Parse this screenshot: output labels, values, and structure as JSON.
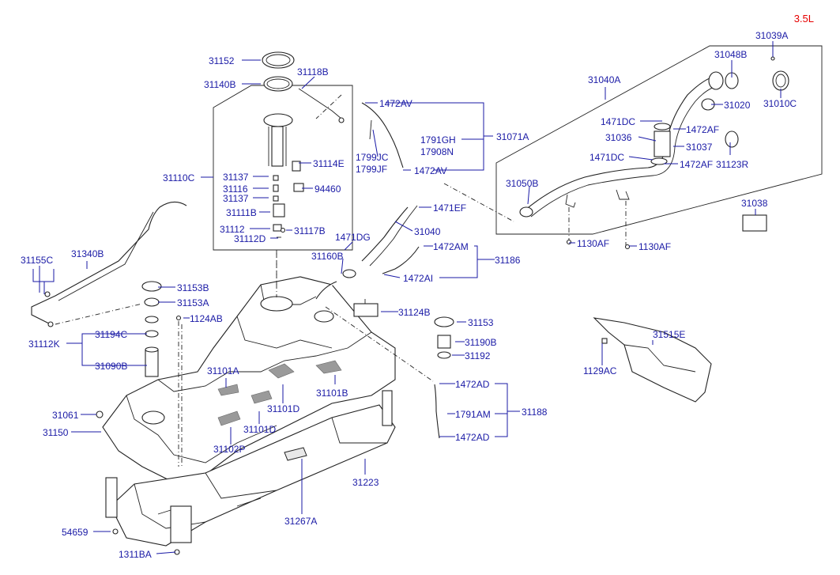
{
  "corner_label": "3.5L",
  "labels": [
    {
      "id": "31039A",
      "text": "31039A",
      "leader": [
        [
          978,
          52
        ],
        [
          978,
          72
        ]
      ]
    },
    {
      "id": "31048B",
      "text": "31048B",
      "leader": [
        [
          926,
          76
        ],
        [
          926,
          98
        ]
      ]
    },
    {
      "id": "31040A",
      "text": "31040A",
      "leader": [
        [
          766,
          110
        ],
        [
          766,
          126
        ]
      ]
    },
    {
      "id": "31020",
      "text": "31020",
      "leader": [
        [
          915,
          132
        ],
        [
          900,
          132
        ]
      ]
    },
    {
      "id": "31010C",
      "text": "31010C",
      "leader": [
        [
          988,
          124
        ],
        [
          988,
          112
        ]
      ]
    },
    {
      "id": "1471DC-1",
      "text": "1471DC",
      "leader": [
        [
          810,
          153
        ],
        [
          838,
          153
        ]
      ]
    },
    {
      "id": "1472AF-1",
      "text": "1472AF",
      "leader": [
        [
          868,
          163
        ],
        [
          852,
          163
        ]
      ]
    },
    {
      "id": "31036",
      "text": "31036",
      "leader": [
        [
          808,
          173
        ],
        [
          830,
          178
        ]
      ]
    },
    {
      "id": "31037",
      "text": "31037",
      "leader": [
        [
          866,
          185
        ],
        [
          852,
          185
        ]
      ]
    },
    {
      "id": "1471DC-2",
      "text": "1471DC",
      "leader": [
        [
          796,
          198
        ],
        [
          826,
          202
        ]
      ]
    },
    {
      "id": "1472AF-2",
      "text": "1472AF",
      "leader": [
        [
          858,
          207
        ],
        [
          840,
          207
        ]
      ]
    },
    {
      "id": "31123R",
      "text": "31123R",
      "leader": [
        [
          924,
          196
        ],
        [
          924,
          180
        ]
      ]
    },
    {
      "id": "31050B",
      "text": "31050B",
      "leader": [
        [
          670,
          236
        ],
        [
          668,
          258
        ]
      ]
    },
    {
      "id": "31038",
      "text": "31038",
      "leader": [
        [
          956,
          264
        ],
        [
          956,
          272
        ]
      ]
    },
    {
      "id": "1130AF-1",
      "text": "1130AF",
      "leader": [
        [
          728,
          307
        ],
        [
          720,
          307
        ]
      ]
    },
    {
      "id": "1130AF-2",
      "text": "1130AF",
      "leader": [
        [
          806,
          311
        ],
        [
          796,
          311
        ]
      ]
    },
    {
      "id": "31152",
      "text": "31152",
      "leader": [
        [
          306,
          76
        ],
        [
          330,
          76
        ]
      ]
    },
    {
      "id": "31140B",
      "text": "31140B",
      "leader": [
        [
          306,
          106
        ],
        [
          330,
          106
        ]
      ]
    },
    {
      "id": "31118B",
      "text": "31118B",
      "leader": [
        [
          398,
          97
        ],
        [
          382,
          112
        ]
      ]
    },
    {
      "id": "31110C",
      "text": "31110C",
      "leader": [
        [
          256,
          224
        ],
        [
          270,
          224
        ]
      ]
    },
    {
      "id": "31114E",
      "text": "31114E",
      "leader": [
        [
          394,
          206
        ],
        [
          378,
          206
        ]
      ]
    },
    {
      "id": "31137-1",
      "text": "31137",
      "leader": [
        [
          320,
          223
        ],
        [
          340,
          223
        ]
      ]
    },
    {
      "id": "31116",
      "text": "31116",
      "leader": [
        [
          320,
          238
        ],
        [
          340,
          238
        ]
      ]
    },
    {
      "id": "31137-2",
      "text": "31137",
      "leader": [
        [
          320,
          250
        ],
        [
          340,
          250
        ]
      ]
    },
    {
      "id": "94460",
      "text": "94460",
      "leader": [
        [
          396,
          238
        ],
        [
          382,
          238
        ]
      ]
    },
    {
      "id": "31111B",
      "text": "31111B",
      "leader": [
        [
          328,
          268
        ],
        [
          342,
          268
        ]
      ]
    },
    {
      "id": "31112",
      "text": "31112",
      "leader": [
        [
          316,
          289
        ],
        [
          342,
          289
        ]
      ]
    },
    {
      "id": "31117B",
      "text": "31117B",
      "leader": [
        [
          370,
          291
        ],
        [
          362,
          291
        ]
      ]
    },
    {
      "id": "31112D",
      "text": "31112D",
      "leader": [
        [
          342,
          301
        ],
        [
          352,
          301
        ]
      ]
    },
    {
      "id": "1472AV-1",
      "text": "1472AV",
      "leader": [
        [
          478,
          130
        ],
        [
          462,
          130
        ]
      ]
    },
    {
      "id": "1799JC",
      "text": "1799JC",
      "leader": [
        [
          478,
          198
        ],
        [
          472,
          164
        ]
      ]
    },
    {
      "id": "1799JF",
      "text": "1799JF",
      "leader": [
        [
          478,
          213
        ],
        [
          478,
          213
        ]
      ]
    },
    {
      "id": "1791GH",
      "text": "1791GH",
      "leader": [
        [
          532,
          176
        ],
        [
          532,
          176
        ]
      ]
    },
    {
      "id": "17908N",
      "text": "17908N",
      "leader": [
        [
          532,
          191
        ],
        [
          532,
          191
        ]
      ]
    },
    {
      "id": "31071A",
      "text": "31071A",
      "leader": [
        [
          624,
          172
        ],
        [
          612,
          172
        ]
      ]
    },
    {
      "id": "1472AV-2",
      "text": "1472AV",
      "leader": [
        [
          520,
          215
        ],
        [
          510,
          215
        ]
      ]
    },
    {
      "id": "1471EF",
      "text": "1471EF",
      "leader": [
        [
          546,
          262
        ],
        [
          530,
          262
        ]
      ]
    },
    {
      "id": "31040",
      "text": "31040",
      "leader": [
        [
          522,
          292
        ],
        [
          500,
          280
        ]
      ]
    },
    {
      "id": "1471DG",
      "text": "1471DG",
      "leader": [
        [
          446,
          306
        ],
        [
          436,
          316
        ]
      ]
    },
    {
      "id": "1472AM",
      "text": "1472AM",
      "leader": [
        [
          548,
          311
        ],
        [
          536,
          311
        ]
      ]
    },
    {
      "id": "31160B",
      "text": "31160B",
      "leader": [
        [
          434,
          327
        ],
        [
          432,
          346
        ]
      ]
    },
    {
      "id": "31186",
      "text": "31186",
      "leader": [
        [
          626,
          328
        ],
        [
          604,
          328
        ]
      ]
    },
    {
      "id": "1472AI",
      "text": "1472AI",
      "leader": [
        [
          506,
          351
        ],
        [
          486,
          347
        ]
      ]
    },
    {
      "id": "31155C",
      "text": "31155C",
      "leader": [
        [
          50,
          336
        ],
        [
          50,
          370
        ]
      ]
    },
    {
      "id": "31340B",
      "text": "31340B",
      "leader": [
        [
          110,
          330
        ],
        [
          110,
          340
        ]
      ]
    },
    {
      "id": "31153B",
      "text": "31153B",
      "leader": [
        [
          222,
          363
        ],
        [
          200,
          363
        ]
      ]
    },
    {
      "id": "31153A",
      "text": "31153A",
      "leader": [
        [
          222,
          382
        ],
        [
          200,
          382
        ]
      ]
    },
    {
      "id": "1124AB",
      "text": "1124AB",
      "leader": [
        [
          240,
          402
        ],
        [
          232,
          402
        ]
      ]
    },
    {
      "id": "31112K",
      "text": "31112K",
      "leader": [
        [
          84,
          434
        ],
        [
          104,
          434
        ]
      ]
    },
    {
      "id": "31194C",
      "text": "31194C",
      "leader": [
        [
          166,
          422
        ],
        [
          186,
          422
        ]
      ]
    },
    {
      "id": "31090B",
      "text": "31090B",
      "leader": [
        [
          166,
          462
        ],
        [
          186,
          462
        ]
      ]
    },
    {
      "id": "31124B",
      "text": "31124B",
      "leader": [
        [
          504,
          394
        ],
        [
          482,
          394
        ]
      ]
    },
    {
      "id": "31153",
      "text": "31153",
      "leader": [
        [
          590,
          407
        ],
        [
          578,
          407
        ]
      ]
    },
    {
      "id": "31190B",
      "text": "31190B",
      "leader": [
        [
          588,
          432
        ],
        [
          576,
          432
        ]
      ]
    },
    {
      "id": "31192",
      "text": "31192",
      "leader": [
        [
          588,
          449
        ],
        [
          572,
          449
        ]
      ]
    },
    {
      "id": "31101A",
      "text": "31101A",
      "leader": [
        [
          286,
          478
        ],
        [
          286,
          490
        ]
      ]
    },
    {
      "id": "31101B",
      "text": "31101B",
      "leader": [
        [
          424,
          486
        ],
        [
          424,
          474
        ]
      ]
    },
    {
      "id": "31101D-1",
      "text": "31101D",
      "leader": [
        [
          358,
          510
        ],
        [
          358,
          486
        ]
      ]
    },
    {
      "id": "31101D-2",
      "text": "31101D",
      "leader": [
        [
          328,
          536
        ],
        [
          328,
          520
        ]
      ]
    },
    {
      "id": "31102P",
      "text": "31102P",
      "leader": [
        [
          292,
          562
        ],
        [
          292,
          540
        ]
      ]
    },
    {
      "id": "31061",
      "text": "31061",
      "leader": [
        [
          102,
          524
        ],
        [
          122,
          524
        ]
      ]
    },
    {
      "id": "31150",
      "text": "31150",
      "leader": [
        [
          90,
          546
        ],
        [
          128,
          546
        ]
      ]
    },
    {
      "id": "1472AD-1",
      "text": "1472AD",
      "leader": [
        [
          576,
          485
        ],
        [
          556,
          485
        ]
      ]
    },
    {
      "id": "1791AM",
      "text": "1791AM",
      "leader": [
        [
          576,
          523
        ],
        [
          566,
          523
        ]
      ]
    },
    {
      "id": "31188",
      "text": "31188",
      "leader": [
        [
          658,
          520
        ],
        [
          642,
          520
        ]
      ]
    },
    {
      "id": "1472AD-2",
      "text": "1472AD",
      "leader": [
        [
          576,
          552
        ],
        [
          556,
          552
        ]
      ]
    },
    {
      "id": "31515E",
      "text": "31515E",
      "leader": [
        [
          826,
          430
        ],
        [
          826,
          436
        ]
      ]
    },
    {
      "id": "1129AC",
      "text": "1129AC",
      "leader": [
        [
          762,
          462
        ],
        [
          762,
          434
        ]
      ]
    },
    {
      "id": "31223",
      "text": "31223",
      "leader": [
        [
          462,
          600
        ],
        [
          462,
          580
        ]
      ]
    },
    {
      "id": "31267A",
      "text": "31267A",
      "leader": [
        [
          382,
          650
        ],
        [
          382,
          580
        ]
      ]
    },
    {
      "id": "54659",
      "text": "54659",
      "leader": [
        [
          118,
          672
        ],
        [
          140,
          672
        ]
      ]
    },
    {
      "id": "1311BA",
      "text": "1311BA",
      "leader": [
        [
          198,
          700
        ],
        [
          222,
          698
        ]
      ]
    }
  ]
}
